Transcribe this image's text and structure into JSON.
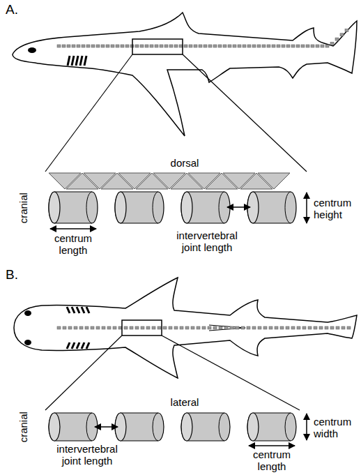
{
  "diagram": {
    "labels": [
      "A.",
      "dorsal",
      "cranial",
      "centrum length",
      "intervertebral joint length",
      "centrum height",
      "B.",
      "lateral",
      "cranial",
      "intervertebral joint length",
      "centrum width",
      "centrum length"
    ]
  }
}
